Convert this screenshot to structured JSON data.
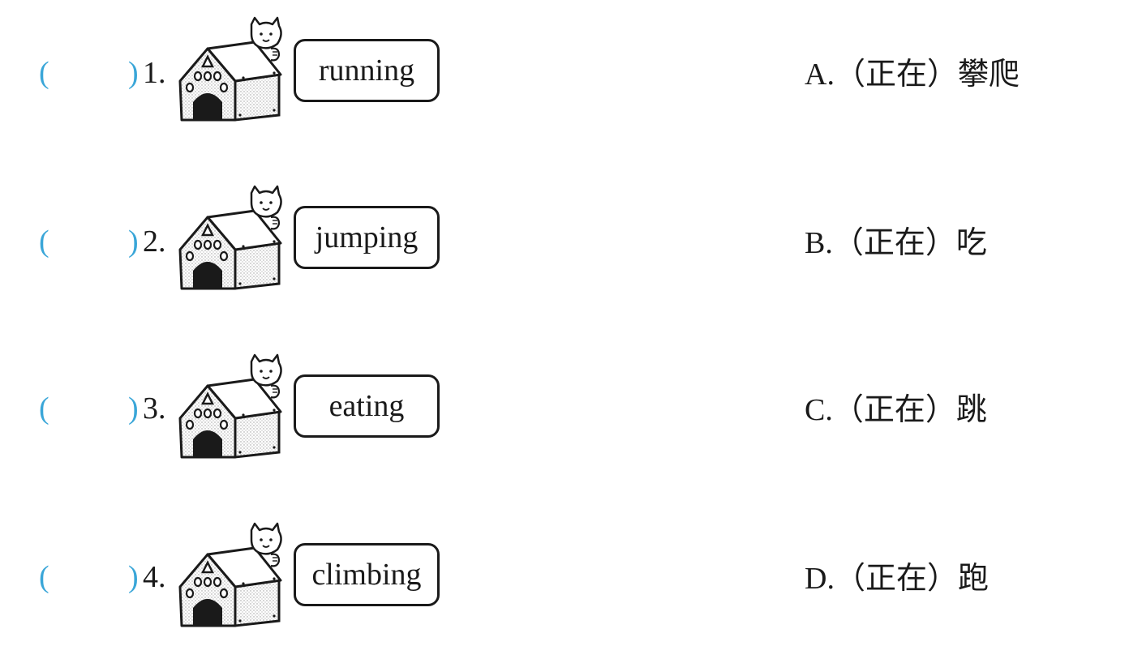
{
  "items": [
    {
      "paren_open": "(",
      "paren_close": ")",
      "number": "1.",
      "word": "running"
    },
    {
      "paren_open": "(",
      "paren_close": ")",
      "number": "2.",
      "word": "jumping"
    },
    {
      "paren_open": "(",
      "paren_close": ")",
      "number": "3.",
      "word": "eating"
    },
    {
      "paren_open": "(",
      "paren_close": ")",
      "number": "4.",
      "word": "climbing"
    }
  ],
  "options": [
    {
      "text": "A.（正在）攀爬"
    },
    {
      "text": "B.（正在）吃"
    },
    {
      "text": "C.（正在）跳"
    },
    {
      "text": "D.（正在）跑"
    }
  ],
  "colors": {
    "paren_blue": "#3aa6d8",
    "ink": "#1a1a1a"
  },
  "icons": {
    "house": "dog-house-with-cat-icon"
  }
}
